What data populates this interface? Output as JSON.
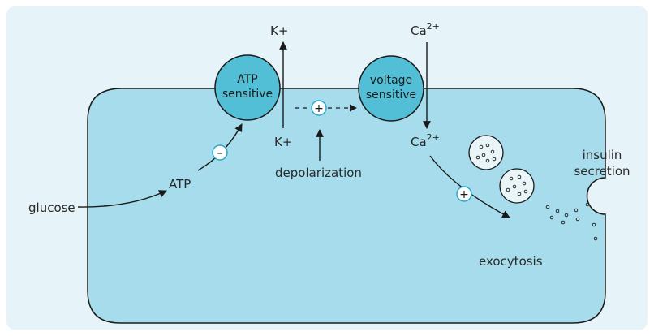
{
  "labels": {
    "k_out": "K+",
    "k_in": "K+",
    "ca_out_base": "Ca",
    "ca_out_sup": "2+",
    "ca_in_base": "Ca",
    "ca_in_sup": "2+",
    "atp": "ATP",
    "glucose": "glucose",
    "depolarization": "depolarization",
    "insulin_line1": "insulin",
    "insulin_line2": "secretion",
    "exocytosis": "exocytosis"
  },
  "channels": {
    "atp_line1": "ATP",
    "atp_line2": "sensitive",
    "volt_line1": "voltage",
    "volt_line2": "sensitive"
  },
  "signs": {
    "inhibit": "–",
    "stimulate_depol": "+",
    "stimulate_exo": "+"
  },
  "colors": {
    "background": "#e6f3f8",
    "cell_fill": "#a6dceb",
    "cell_stroke": "#1a1a1a",
    "channel_fill": "#52bfd6",
    "sign_stroke": "#2aa7c9"
  }
}
